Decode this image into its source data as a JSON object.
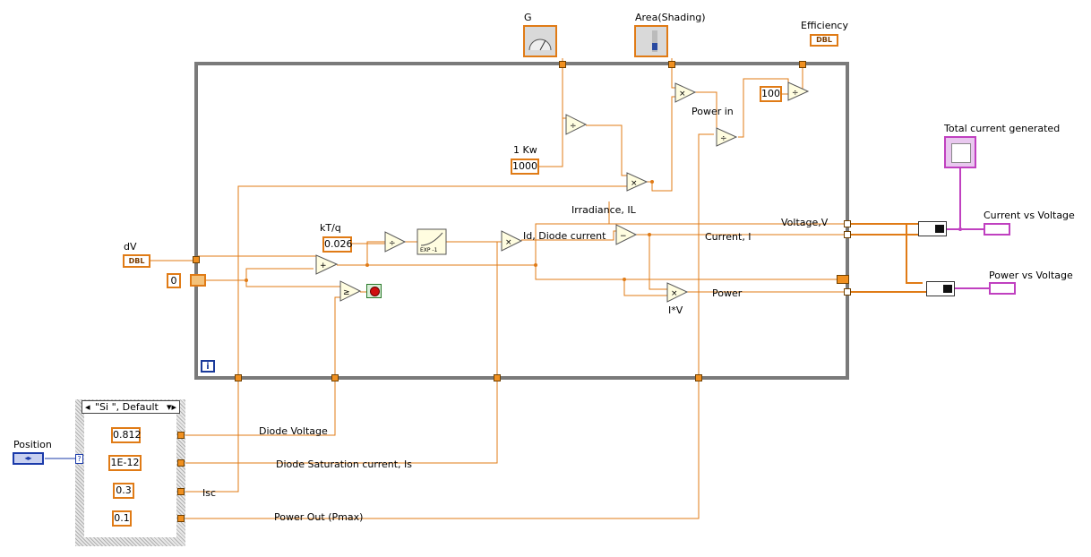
{
  "indicators": {
    "g_label": "G",
    "area_label": "Area(Shading)",
    "efficiency_label": "Efficiency",
    "efficiency_type": "DBL",
    "total_current_label": "Total current generated",
    "current_vs_voltage_label": "Current vs Voltage",
    "power_vs_voltage_label": "Power vs Voltage"
  },
  "controls": {
    "dv_label": "dV",
    "dv_type": "DBL",
    "position_label": "Position"
  },
  "constants": {
    "one_kw_label": "1 Kw",
    "one_kw_value": "1000",
    "ktq_label": "kT/q",
    "ktq_value": "0.026",
    "hundred": "100",
    "zero": "0"
  },
  "wire_labels": {
    "power_in": "Power in",
    "irradiance": "Irradiance, IL",
    "id_diode_current": "Id, Diode current",
    "voltage": "Voltage,V",
    "current": "Current, I",
    "power": "Power",
    "iv": "I*V",
    "diode_voltage": "Diode Voltage",
    "diode_sat_current": "Diode Saturation current, Is",
    "isc": "Isc",
    "power_out": "Power Out (Pmax)"
  },
  "case_structure": {
    "selector": "\"Si \", Default",
    "values": [
      "0.812",
      "1E-12",
      "0.3",
      "0.1"
    ]
  },
  "loop": {
    "iteration_glyph": "i"
  },
  "functions": {
    "divide": "÷",
    "multiply": "×",
    "add": "+",
    "subtract": "−",
    "gte": "≥",
    "exp_label": "EXP -1"
  }
}
